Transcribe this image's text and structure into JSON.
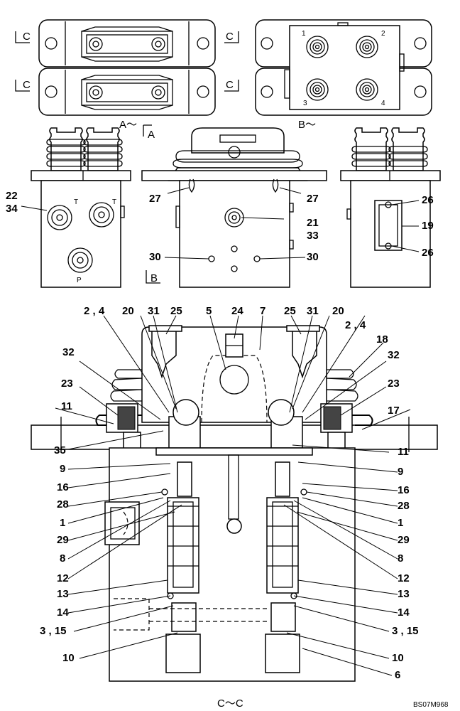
{
  "views": {
    "top_a": {
      "section_left_1": "C",
      "section_right_1": "C",
      "section_left_2": "C",
      "section_right_2": "C",
      "caption": "A～",
      "section_mark": "A"
    },
    "top_b": {
      "port_1": "1",
      "port_2": "2",
      "port_3": "3",
      "port_4": "4",
      "caption": "B～"
    },
    "left_side": {
      "port_t1": "T",
      "port_t2": "T",
      "port_p": "P",
      "section_mark": "B"
    },
    "section": {
      "caption": "C～C"
    }
  },
  "callouts": {
    "c22": "22",
    "c34": "34",
    "c27a": "27",
    "c27b": "27",
    "c21": "21",
    "c33": "33",
    "c30a": "30",
    "c30b": "30",
    "c26a": "26",
    "c19": "19",
    "c26b": "26",
    "c2_4a": "2 , 4",
    "c20a": "20",
    "c31a": "31",
    "c25a": "25",
    "c5": "5",
    "c24": "24",
    "c7": "7",
    "c25b": "25",
    "c31b": "31",
    "c20b": "20",
    "c2_4b": "2 , 4",
    "c18": "18",
    "c32a": "32",
    "c32b": "32",
    "c23a": "23",
    "c23b": "23",
    "c11a": "11",
    "c17": "17",
    "c11b": "11",
    "c35": "35",
    "c9a": "9",
    "c9b": "9",
    "c16a": "16",
    "c16b": "16",
    "c28a": "28",
    "c28b": "28",
    "c1a": "1",
    "c1b": "1",
    "c29a": "29",
    "c29b": "29",
    "c8a": "8",
    "c8b": "8",
    "c12a": "12",
    "c12b": "12",
    "c13a": "13",
    "c13b": "13",
    "c14a": "14",
    "c14b": "14",
    "c3_15a": "3 , 15",
    "c3_15b": "3 , 15",
    "c10a": "10",
    "c10b": "10",
    "c6": "6"
  },
  "drawing_code": "BS07M968"
}
